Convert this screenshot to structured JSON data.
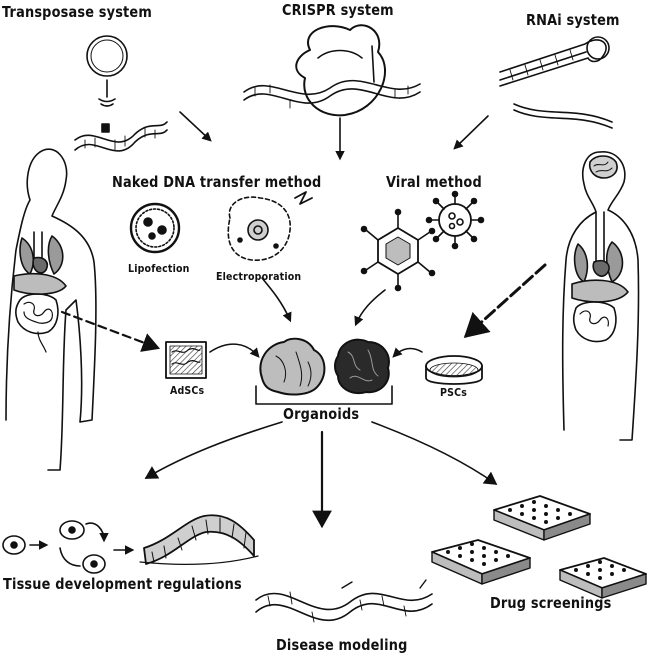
{
  "labels": {
    "transposase": "Transposase system",
    "crispr": "CRISPR system",
    "rnai": "RNAi system",
    "naked_dna": "Naked DNA transfer method",
    "viral": "Viral method",
    "lipofection": "Lipofection",
    "electroporation": "Electroporation",
    "adscs": "AdSCs",
    "pscs": "PSCs",
    "organoids": "Organoids",
    "tissue": "Tissue development regulations",
    "drug": "Drug screenings",
    "disease": "Disease modeling"
  },
  "colors": {
    "ink": "#111111",
    "paper": "#ffffff",
    "shade": "#8a8a8a",
    "dark_organoid": "#2a2a2a",
    "light_organoid": "#bdbdbd"
  }
}
